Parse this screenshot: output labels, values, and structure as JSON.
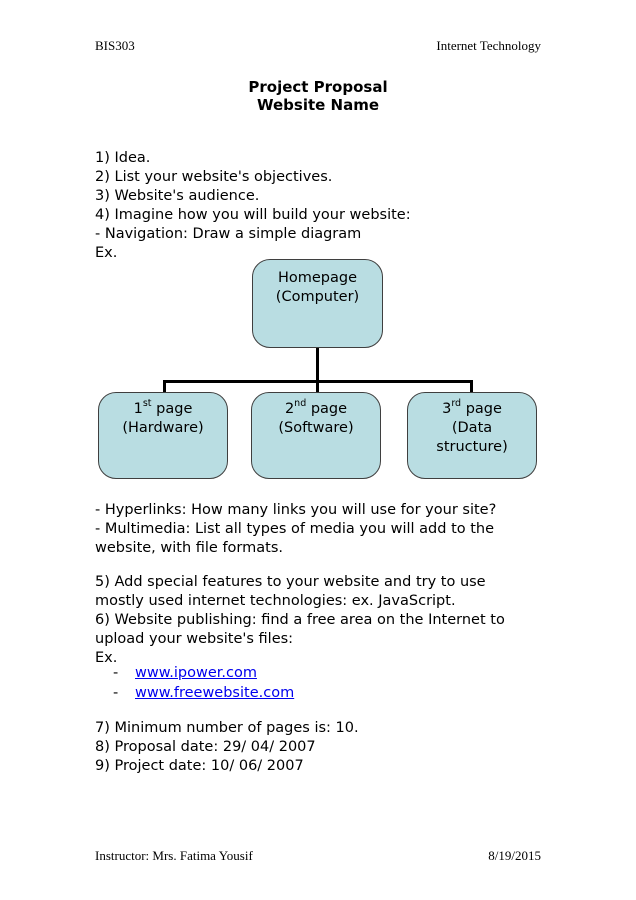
{
  "header": {
    "left": "BIS303",
    "right": "Internet Technology"
  },
  "title": {
    "line1": "Project Proposal",
    "line2": "Website Name"
  },
  "intro_lines": [
    "1) Idea.",
    "2) List your website's objectives.",
    "3) Website's audience.",
    "4) Imagine how you will build your website:",
    "- Navigation: Draw a simple diagram",
    "Ex."
  ],
  "diagram": {
    "root": {
      "title": "Homepage",
      "subtitle": "(Computer)"
    },
    "children": [
      {
        "ordinal": "1",
        "suffix": "st",
        "rest": " page",
        "subtitle": "(Hardware)"
      },
      {
        "ordinal": "2",
        "suffix": "nd",
        "rest": " page",
        "subtitle": "(Software)"
      },
      {
        "ordinal": "3",
        "suffix": "rd",
        "rest": " page",
        "subtitle": "(Data structure)"
      }
    ],
    "box_fill_color": "#b9dde2",
    "box_border_color": "#3f3f3f",
    "connector_color": "#000000"
  },
  "after_diagram_lines": [
    "- Hyperlinks: How many links you will use for your site?",
    "- Multimedia: List all types of media you will add to the",
    "website, with file formats."
  ],
  "section2_lines": [
    "5) Add special features to your website and try to use",
    "mostly used internet technologies: ex. JavaScript.",
    "6) Website publishing: find a free area on the Internet to",
    "upload your website's files:",
    "Ex."
  ],
  "links": [
    {
      "bullet": "-",
      "label": "www.ipower.com"
    },
    {
      "bullet": "-",
      "label": "www.freewebsite.com"
    }
  ],
  "link_color": "#0000ee",
  "final_lines": [
    "7) Minimum number of pages is: 10.",
    "8) Proposal date: 29/ 04/ 2007",
    "9) Project date: 10/ 06/ 2007"
  ],
  "footer": {
    "left": "Instructor: Mrs. Fatima Yousif",
    "right": "8/19/2015"
  }
}
